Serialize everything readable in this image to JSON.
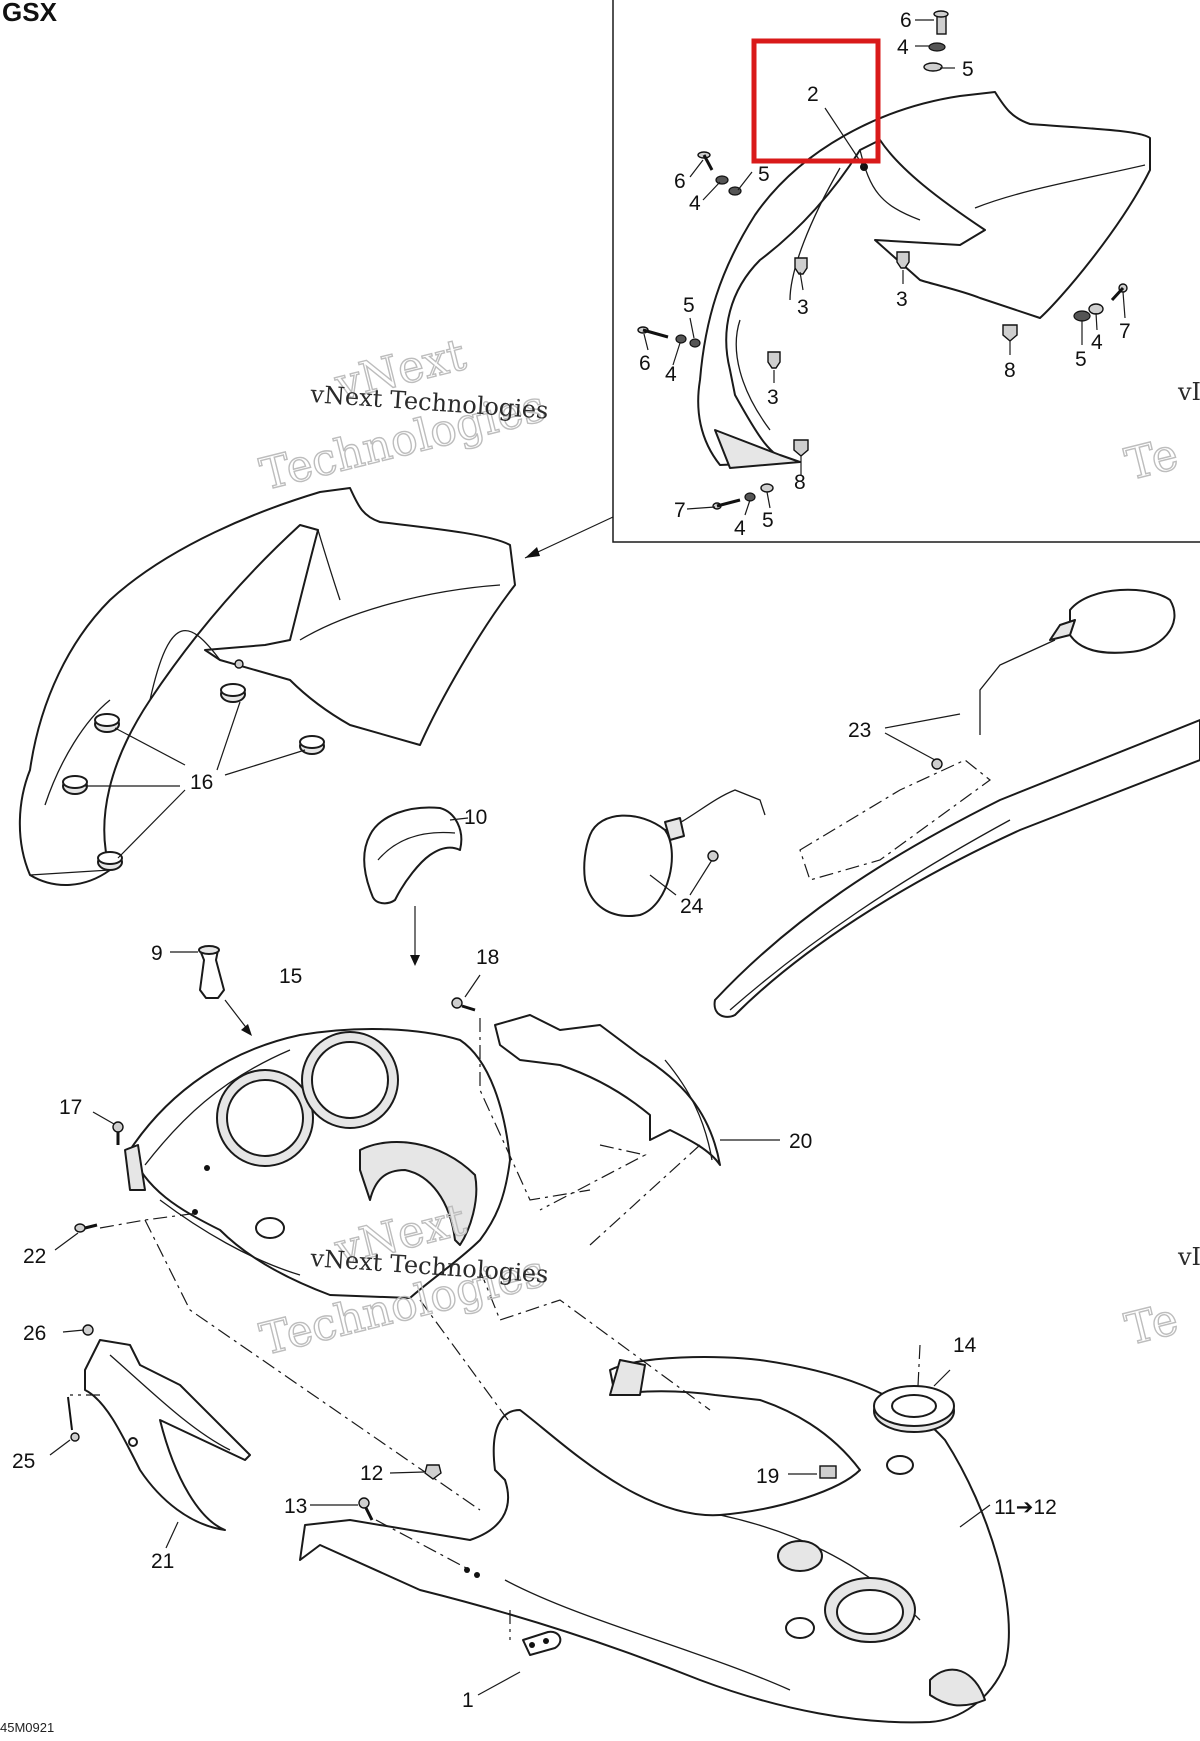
{
  "header": {
    "title": "GSX",
    "drawing_code": "45M0921"
  },
  "watermark": {
    "line1": "vNext Technologies",
    "line2": "vNext",
    "line3": "Technologies",
    "edge": "vI",
    "edge2": "Te"
  },
  "highlight": {
    "color": "#d91a1a",
    "target_label": "2"
  },
  "labels": {
    "l1": "1",
    "l2": "2",
    "l3a": "3",
    "l3b": "3",
    "l3c": "3",
    "l4a": "4",
    "l4b": "4",
    "l4c": "4",
    "l4d": "4",
    "l4e": "4",
    "l5a": "5",
    "l5b": "5",
    "l5c": "5",
    "l5d": "5",
    "l5e": "5",
    "l6a": "6",
    "l6b": "6",
    "l6c": "6",
    "l7a": "7",
    "l7b": "7",
    "l8a": "8",
    "l8b": "8",
    "l9": "9",
    "l10": "10",
    "l11": "11➔12",
    "l12": "12",
    "l13": "13",
    "l14": "14",
    "l15": "15",
    "l16": "16",
    "l17": "17",
    "l18": "18",
    "l19": "19",
    "l20": "20",
    "l21": "21",
    "l22": "22",
    "l23": "23",
    "l24": "24",
    "l25": "25",
    "l26": "26"
  }
}
